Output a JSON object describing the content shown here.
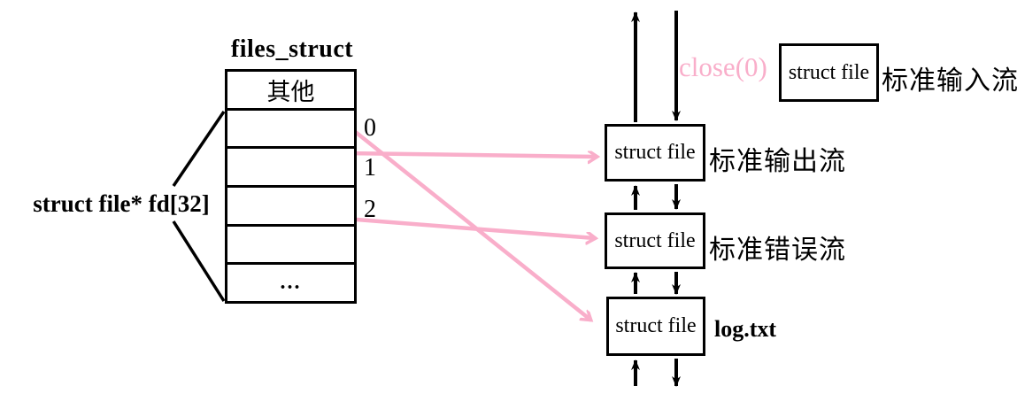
{
  "diagram": {
    "files_struct": {
      "title": "files_struct",
      "pointer_label": "struct file* fd[32]",
      "rows": [
        {
          "content": "其他",
          "index": ""
        },
        {
          "content": "",
          "index": "0"
        },
        {
          "content": "",
          "index": "1"
        },
        {
          "content": "",
          "index": "2"
        },
        {
          "content": "",
          "index": ""
        },
        {
          "content": "...",
          "index": ""
        }
      ]
    },
    "close_call": "close(0)",
    "file_boxes": [
      {
        "id": "stdin",
        "text": "struct file",
        "label": "标准输入流"
      },
      {
        "id": "stdout",
        "text": "struct file",
        "label": "标准输出流"
      },
      {
        "id": "stderr",
        "text": "struct file",
        "label": "标准错误流"
      },
      {
        "id": "log",
        "text": "struct file",
        "label": "log.txt"
      }
    ],
    "arrows": [
      {
        "from": "fd[0]",
        "to": "log.txt"
      },
      {
        "from": "fd[1]",
        "to": "标准输出流"
      },
      {
        "from": "fd[2]",
        "to": "标准错误流"
      }
    ],
    "colors": {
      "highlight_pink": "#F9AECA",
      "line_black": "#000000"
    }
  }
}
